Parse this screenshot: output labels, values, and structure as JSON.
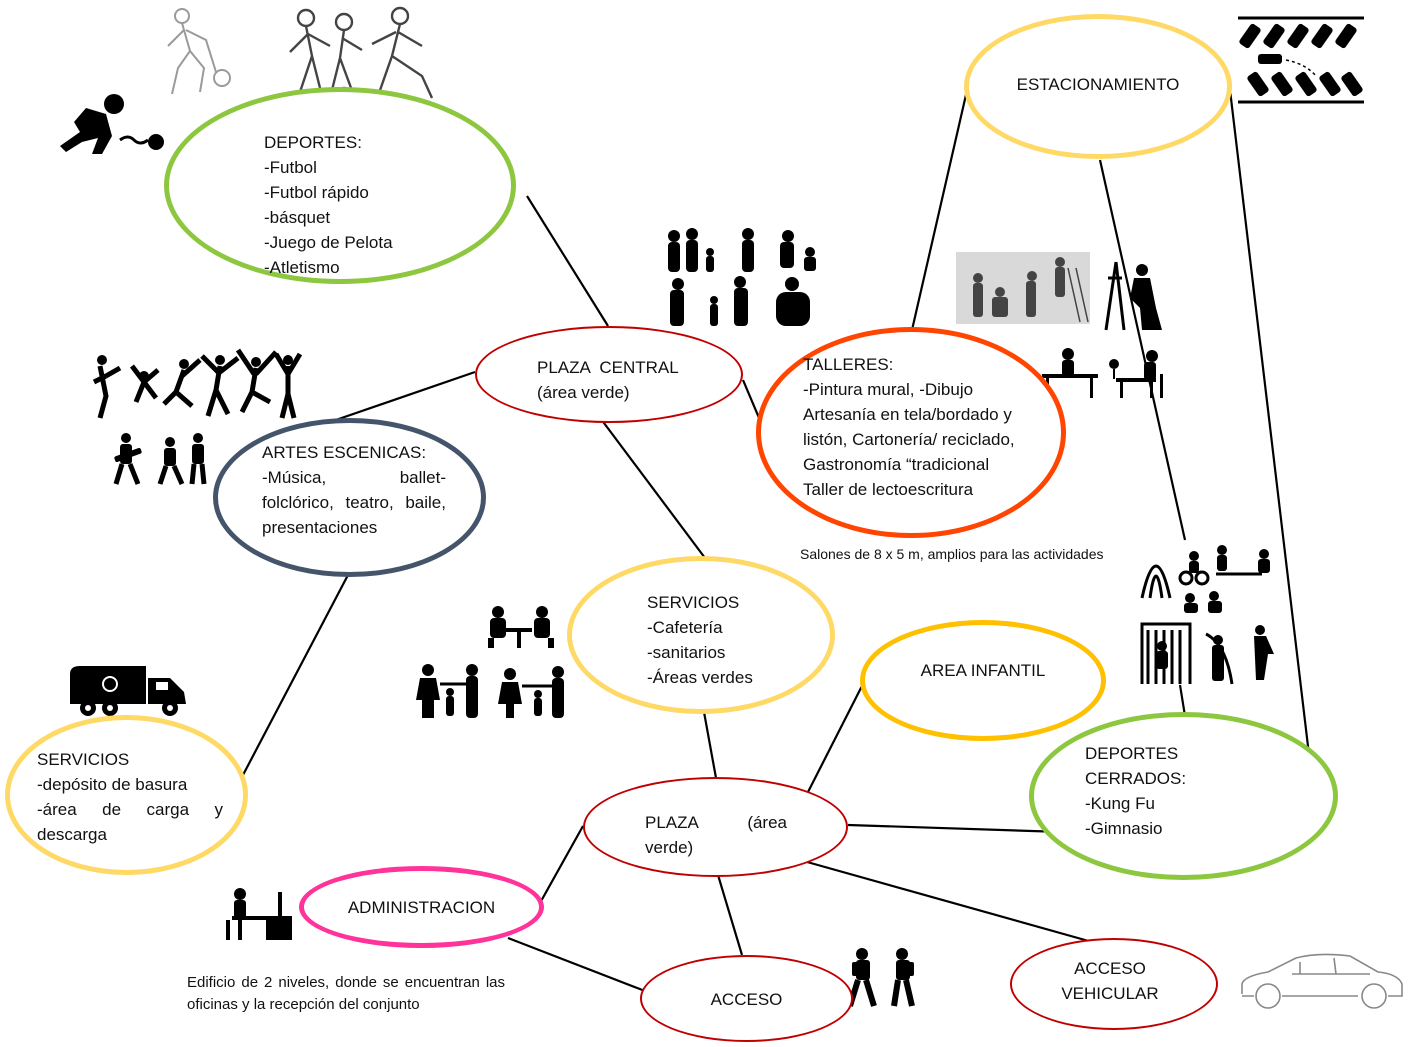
{
  "deportes": {
    "title": "DEPORTES:",
    "items": [
      "-Futbol",
      "-Futbol rápido",
      "-básquet",
      "-Juego de Pelota",
      "-Atletismo"
    ],
    "color": "#8dc63f"
  },
  "estacionamiento": {
    "label": "ESTACIONAMIENTO",
    "color": "#ffd966"
  },
  "plaza_central": {
    "line1": "PLAZA  CENTRAL",
    "line2": "(área verde)",
    "color": "#c00000"
  },
  "talleres": {
    "lines": [
      "TALLERES:",
      "-Pintura mural, -Dibujo",
      "Artesanía en tela/bordado y",
      "listón, Cartonería/ reciclado,",
      "Gastronomía “tradicional",
      "Taller de lectoescritura"
    ],
    "note": "Salones de 8 x 5 m, amplios para las actividades",
    "color": "#ff4500"
  },
  "artes": {
    "title": "ARTES ESCENICAS:",
    "text": "-Música, ballet-folclórico, teatro, baile, presentaciones",
    "color": "#44546a"
  },
  "servicios_centro": {
    "title": "SERVICIOS",
    "items": [
      "-Cafetería",
      "-sanitarios",
      "-Áreas verdes"
    ],
    "color": "#ffd966"
  },
  "area_infantil": {
    "label": "AREA INFANTIL",
    "color": "#ffc000"
  },
  "deportes_cerrados": {
    "lines": [
      "DEPORTES",
      "CERRADOS:",
      "-Kung Fu",
      "-Gimnasio"
    ],
    "color": "#8dc63f"
  },
  "servicios_basura": {
    "title": "SERVICIOS",
    "items": [
      "-depósito de basura",
      "-área de carga y descarga"
    ],
    "color": "#ffd966"
  },
  "plaza": {
    "text": "PLAZA (área verde)",
    "color": "#c00000"
  },
  "administracion": {
    "label": "ADMINISTRACION",
    "note": "Edificio de 2 niveles, donde se encuentran las oficinas y la recepción del conjunto",
    "color": "#ff3399"
  },
  "acceso": {
    "label": "ACCESO",
    "color": "#c00000"
  },
  "acceso_vehicular": {
    "line1": "ACCESO",
    "line2": "VEHICULAR",
    "color": "#c00000"
  },
  "icons": [
    "basketball-player-icon",
    "soccer-players-icon",
    "bowling-player-icon",
    "parking-lot-icon",
    "family-silhouettes-icon",
    "mural-painters-icon",
    "painter-easel-icon",
    "classroom-desk-icon",
    "dancers-silhouettes-icon",
    "musicians-icon",
    "garbage-truck-icon",
    "cafe-people-icon",
    "family-park-icon",
    "playground-icon",
    "office-worker-icon",
    "students-walking-icon",
    "car-outline-icon"
  ]
}
